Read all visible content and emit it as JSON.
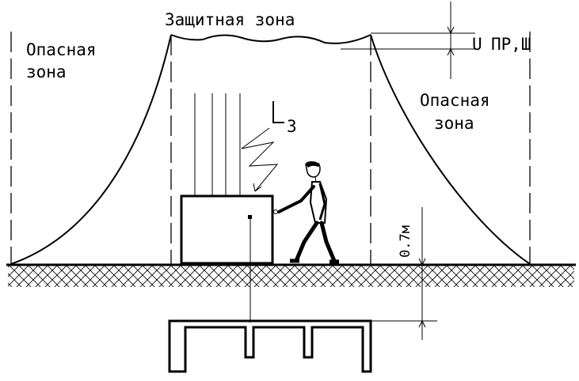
{
  "labels": {
    "protective_zone": "Защитная зона",
    "danger_zone_left_1": "Опасная",
    "danger_zone_left_2": "зона",
    "danger_zone_right_1": "Опасная",
    "danger_zone_right_2": "зона",
    "voltage_pr": "U",
    "voltage_pr_sub": "ПР,Ш",
    "voltage_z": "U",
    "voltage_z_sub": "З",
    "height": "0.7м"
  },
  "colors": {
    "ink": "#000000",
    "background": "#ffffff"
  }
}
